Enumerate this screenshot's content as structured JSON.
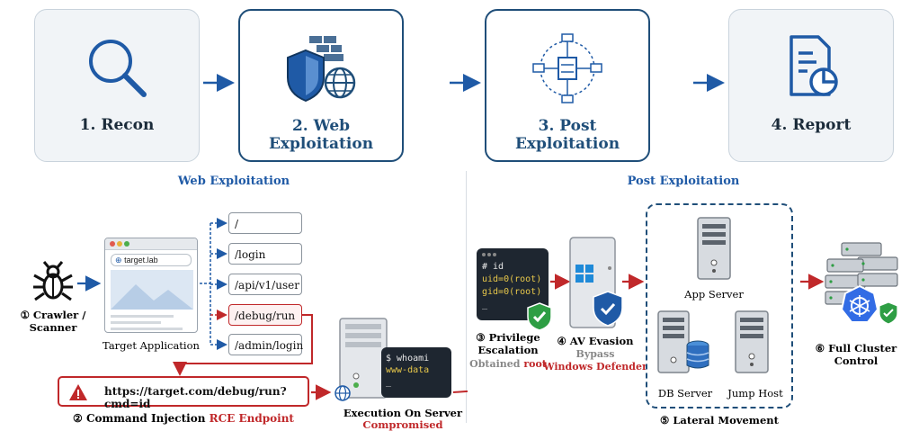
{
  "stages": [
    {
      "label": "1. Recon",
      "icon": "magnifier-icon",
      "active": false
    },
    {
      "label": "2. Web Exploitation",
      "icon": "shield-firewall-globe-icon",
      "active": true
    },
    {
      "label": "3. Post Exploitation",
      "icon": "network-server-icon",
      "active": true
    },
    {
      "label": "4. Report",
      "icon": "report-chart-icon",
      "active": false
    }
  ],
  "web": {
    "title": "Web Exploitation",
    "crawler_label_1": "① Crawler /",
    "crawler_label_2": "Scanner",
    "browser_url": "target.lab",
    "target_label": "Target Application",
    "paths": [
      "/",
      "/login",
      "/api/v1/user",
      "/debug/run",
      "/admin/login"
    ],
    "injection_url": "https://target.com/debug/run?cmd=id",
    "injection_label": "② Command Injection",
    "injection_highlight": "RCE Endpoint",
    "server_cmd": "$ whoami",
    "server_out": "www-data",
    "server_cursor": "_",
    "exec_label": "Execution On Server",
    "exec_status": "Compromised"
  },
  "post": {
    "title": "Post Exploitation",
    "priv_cmd": "# id",
    "priv_out1": "uid=0(root)",
    "priv_out2": "gid=0(root)",
    "priv_cursor": "_",
    "priv_label_1": "③ Privilege",
    "priv_label_2": "Escalation",
    "priv_sub": "Obtained",
    "priv_sub_hl": "root",
    "av_label": "④ AV Evasion",
    "av_sub": "Bypass",
    "av_sub_hl": "Windows Defender",
    "app_server": "App Server",
    "db_server": "DB Server",
    "jump_host": "Jump Host",
    "lateral_label": "⑤ Lateral Movement",
    "cluster_label_1": "⑥ Full Cluster",
    "cluster_label_2": "Control"
  },
  "colors": {
    "navy": "#1f4e79",
    "blue": "#1f5aa6",
    "red": "#c0282a",
    "green": "#2e9e44"
  }
}
